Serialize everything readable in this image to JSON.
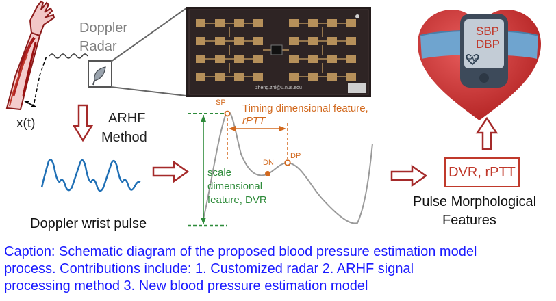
{
  "labels": {
    "doppler_radar_line1": "Doppler",
    "doppler_radar_line2": "Radar",
    "xt": "x(t)",
    "arhf_line1": "ARHF",
    "arhf_line2": "Method",
    "doppler_wrist_pulse": "Doppler wrist pulse",
    "sp": "SP",
    "dn": "DN",
    "dp": "DP",
    "timing_line1": "Timing dimensional feature,",
    "timing_line2": "rPTT",
    "scale_line1": "scale",
    "scale_line2": "dimensional",
    "scale_line3": "feature, DVR",
    "features_box": "DVR, rPTT",
    "pulse_morph_line1": "Pulse Morphological",
    "pulse_morph_line2": "Features",
    "sbp": "SBP",
    "dbp": "DBP",
    "pcb_text": "zheng.zhi@u.nus.edu"
  },
  "caption": {
    "line1": "Caption: Schematic diagram of the proposed blood pressure estimation model",
    "line2": "process. Contributions include: 1. Customized radar 2. ARHF signal",
    "line3": "processing method 3. New blood pressure estimation model"
  },
  "colors": {
    "dark_red": "#a52a2a",
    "arrow_red": "#c0392b",
    "orange": "#d2691e",
    "green": "#2e8b3a",
    "blue_wave": "#1f6fb5",
    "gray_text": "#808080",
    "caption_blue": "#1a1aff"
  }
}
